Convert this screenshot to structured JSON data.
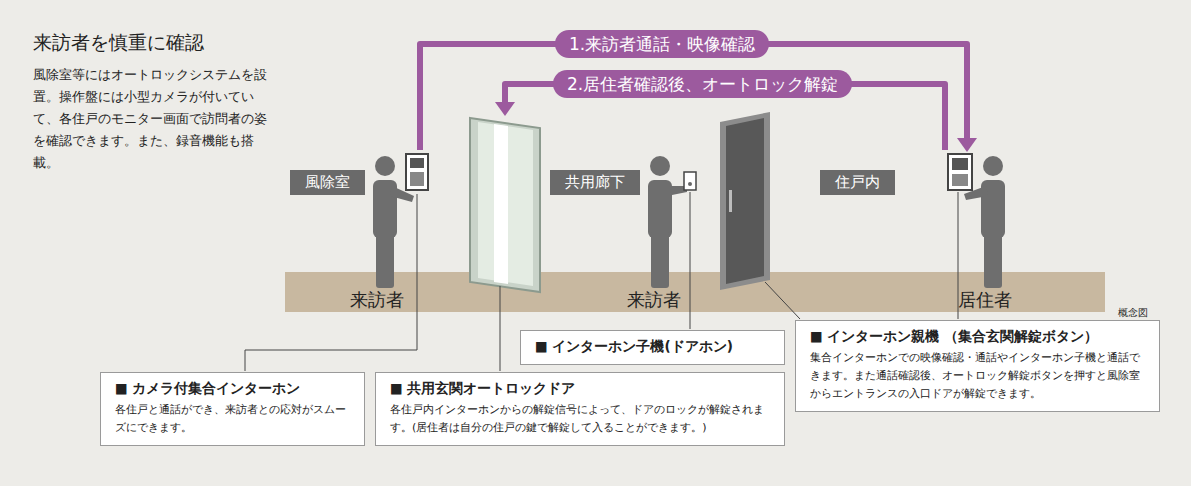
{
  "diagram": {
    "title": "来訪者を慎重に確認",
    "nodes": [
      {
        "text": [
          "1.来訪者通話・映像確認"
        ]
      },
      {
        "text": [
          "2.居住者確認後、オートロック解錠"
        ]
      },
      {
        "text": [
          "風除室"
        ]
      },
      {
        "text": [
          "共用廊下"
        ]
      },
      {
        "text": [
          "住戸内"
        ]
      },
      {
        "text": [
          "■ インターホン子機(ドアホン)"
        ]
      },
      {
        "text": [
          "■ インターホン親機 （集合玄関解錠ボタン）",
          "集合インターホンでの映像確認・通話やインターホン子機と通話できます。また通話確認後、オートロック解錠ボタンを押すと風除室からエントランスの入口ドアが解錠できます。"
        ]
      },
      {
        "text": [
          "■ カメラ付集合インターホン",
          "各住戸と通話ができ、来訪者との応対がスムーズにできます。"
        ]
      },
      {
        "text": [
          "■ 共用玄関オートロックドア",
          "各住戸内インターホンからの解錠信号によって、ドアのロックが解錠されます。(居住者は自分の住戸の鍵で解錠して入ることができます。)"
        ]
      }
    ],
    "labels": [
      "風除室等にはオートロックシステムを設置。操作盤には小型カメラが付いていて、各住戸のモニター画面で訪問者の姿を確認できます。また、録音機能も搭載。",
      "来訪者",
      "来訪者",
      "居住者",
      "概念図"
    ]
  }
}
